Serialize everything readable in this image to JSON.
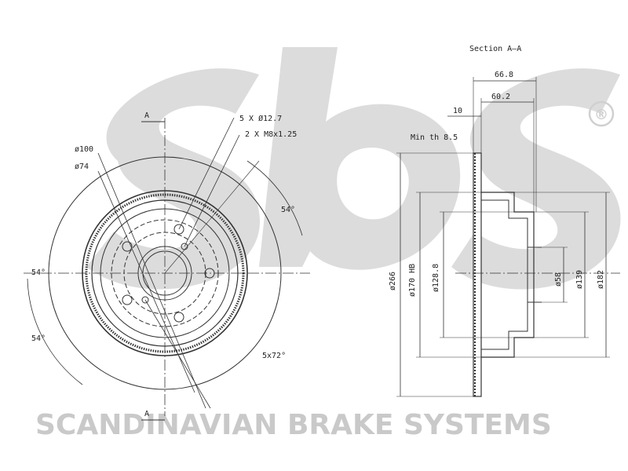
{
  "brand": {
    "logo_text": "sbs",
    "registered_mark": "®",
    "tagline": "SCANDINAVIAN BRAKE SYSTEMS",
    "watermark_color": "#d6d6d6"
  },
  "front_view": {
    "section_marker_top": "A",
    "section_marker_bottom": "A",
    "bolt_holes": "5 X Ø12.7",
    "threaded_holes": "2 X M8x1.25",
    "dia_outer_label": "ø100",
    "dia_inner_label": "ø74",
    "angle_right": "54°",
    "angle_left_mid": "54°",
    "angle_left_low": "54°",
    "bolt_pattern": "5x72°"
  },
  "section_view": {
    "title": "Section A–A",
    "width_total": "66.8",
    "width_hat": "60.2",
    "width_min": "10",
    "min_thickness": "Min th 8.5",
    "dia_266": "ø266",
    "dia_170": "ø170 HB",
    "dia_128": "ø128.8",
    "dia_58": "ø58",
    "dia_139": "ø139",
    "dia_182": "ø182"
  },
  "colors": {
    "line": "#333333",
    "thin": "#555555"
  }
}
